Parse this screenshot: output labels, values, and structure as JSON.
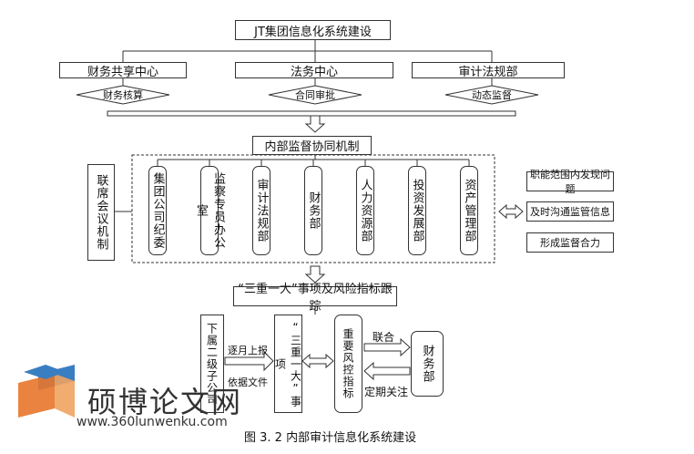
{
  "title": "JT集团信息化系统建设",
  "centers": [
    {
      "name": "财务共享中心",
      "function": "财务核算"
    },
    {
      "name": "法务中心",
      "function": "合同审批"
    },
    {
      "name": "审计法规部",
      "function": "动态监督"
    }
  ],
  "mechanism": "内部监督协同机制",
  "joint_meeting": "联席会议机制",
  "departments": [
    "集团公司纪委",
    "监察专员办公室",
    "审计法规部",
    "财务部",
    "人力资源部",
    "投资发展部",
    "资产管理部"
  ],
  "outcomes": [
    "职能范围内发现问题",
    "及时沟通监管信息",
    "形成监督合力"
  ],
  "tracking": "“三重一大”事项及风险指标跟踪",
  "subsidiaries": "下属二级子公司",
  "report_monthly": "逐月上报",
  "basis_documents": "依据文件",
  "three_major": "“三重一大”事项",
  "risk_indicators": "重要风控指标",
  "link_label": "联合",
  "regular_label": "定期关注",
  "finance_dept": "财务部",
  "caption": "图 3. 2 内部审计信息化系统建设",
  "watermark": {
    "name": "硕博论文网",
    "url": "www.360lunwenku.com"
  },
  "colors": {
    "logo_blue": "#3a7ec2",
    "logo_orange": "#e8762b"
  }
}
